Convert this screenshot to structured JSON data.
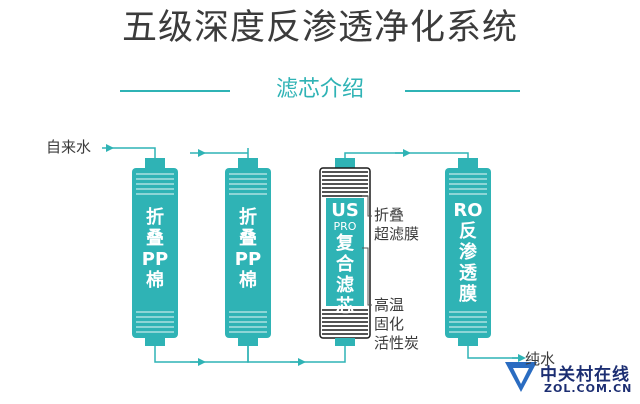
{
  "header": {
    "title": "五级深度反渗透净化系统",
    "subtitle": "滤芯介绍"
  },
  "inlet": {
    "label": "自来水"
  },
  "outlet": {
    "label": "纯水"
  },
  "filters": [
    {
      "lines": [
        "折",
        "叠",
        "PP",
        "棉"
      ]
    },
    {
      "lines": [
        "折",
        "叠",
        "PP",
        "棉"
      ]
    },
    {
      "lines": [
        "US",
        "PRO",
        "复",
        "合",
        "滤",
        "芯"
      ]
    },
    {
      "lines": [
        "RO",
        "反",
        "渗",
        "透",
        "膜"
      ]
    }
  ],
  "annotations": [
    {
      "lines": [
        "折叠",
        "超滤膜"
      ]
    },
    {
      "lines": [
        "高温",
        "固化",
        "活性炭"
      ]
    }
  ],
  "watermark": {
    "cn": "中关村在线",
    "en": "ZOL.COM.CN"
  },
  "colors": {
    "accent": "#2fb3b5",
    "filter_dark": "#1f7f82",
    "text": "#3b3b3b",
    "watermark": "#1c2e72"
  }
}
